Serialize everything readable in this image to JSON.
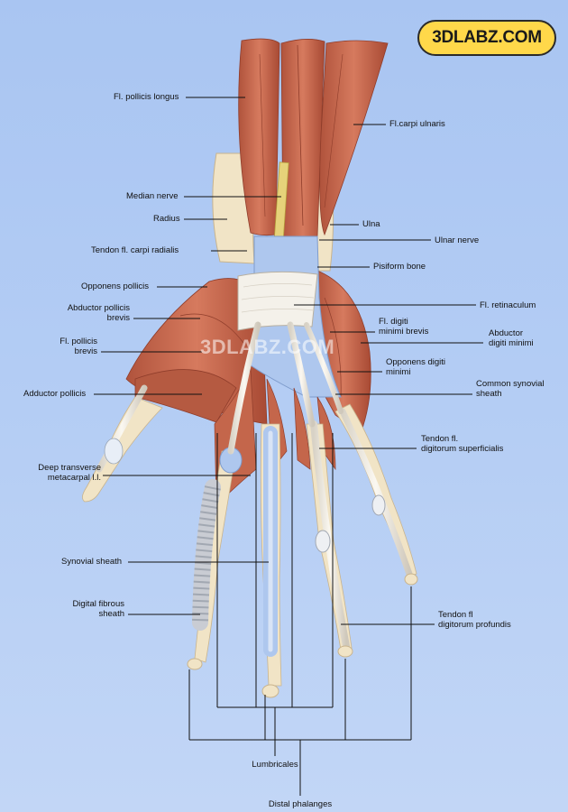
{
  "brand": {
    "logo": "3DLABZ.COM",
    "watermark": "3DLABZ.COM"
  },
  "colors": {
    "background": "#b4cdf4",
    "muscle": "#c9654a",
    "tendon": "#f3efe6",
    "sheath": "#aec7ee",
    "bone": "#f1e4c6",
    "nerve": "#e6d27a",
    "logo_fill": "#ffd84a"
  },
  "labels": {
    "fl_pollicis_longus": "Fl. pollicis longus",
    "median_nerve": "Median nerve",
    "radius": "Radius",
    "tendon_fl_carpi_radialis": "Tendon fl. carpi radialis",
    "opponens_pollicis": "Opponens pollicis",
    "abductor_pollicis_brevis": "Abductor pollicis\nbrevis",
    "fl_pollicis_brevis": "Fl. pollicis\nbrevis",
    "adductor_pollicis": "Adductor pollicis",
    "deep_transverse_metacarpal": "Deep transverse\nmetacarpal l.l.",
    "synovial_sheath": "Synovial sheath",
    "digital_fibrous_sheath": "Digital fibrous\nsheath",
    "fl_carpi_ulnaris": "Fl.carpi ulnaris",
    "ulna": "Ulna",
    "ulnar_nerve": "Ulnar nerve",
    "pisiform_bone": "Pisiform bone",
    "fl_retinaculum": "Fl. retinaculum",
    "fl_digiti_minimi_brevis": "Fl. digiti\nminimi brevis",
    "abductor_digiti_minimi": "Abductor\ndigiti minimi",
    "opponens_digiti_minimi": "Opponens digiti\nminimi",
    "common_synovial_sheath": "Common synovial\nsheath",
    "tendon_fl_digitorum_superficialis": "Tendon fl.\ndigitorum superficialis",
    "tendon_fl_digitorum_profundis": "Tendon fl\ndigitorum profundis",
    "lumbricales": "Lumbricales",
    "distal_phalanges": "Distal phalanges"
  }
}
